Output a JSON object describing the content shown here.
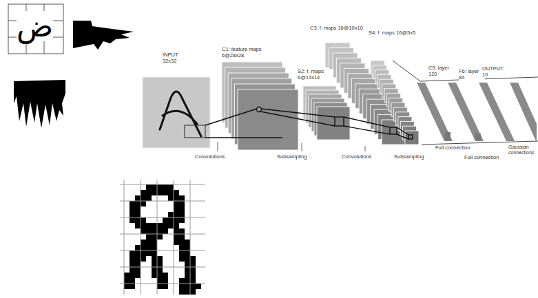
{
  "diagram": {
    "labels": [
      "ض",
      "INPUT 32x32",
      "C1: feature maps 6@28x28",
      "S2: f. maps 6@14x14",
      "C3: f. maps 16@10x10",
      "S4: f. maps 16@5x5",
      "C5: layer 120",
      "F6: layer 84",
      "OUTPUT 10",
      "Convolutions",
      "Subsampling",
      "Convolutions",
      "Subsampling",
      "Full connection",
      "Full connection",
      "Gaussian connections"
    ]
  }
}
